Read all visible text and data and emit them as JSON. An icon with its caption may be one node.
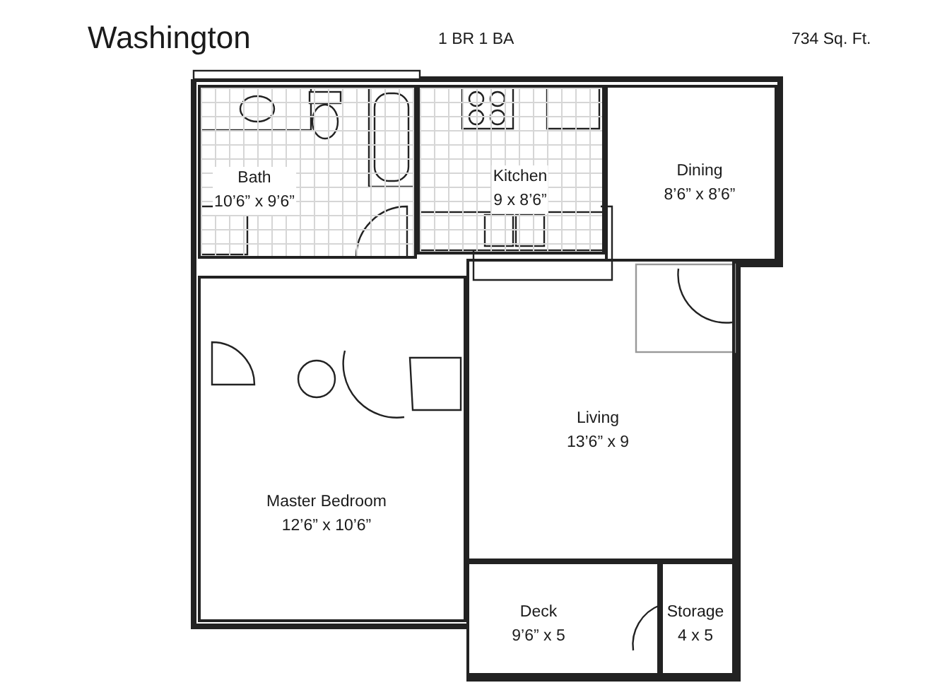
{
  "diagram": {
    "title": "Washington",
    "nodes": [
      {
        "text": [
          "Bath",
          "10’6” x 9’6”"
        ]
      },
      {
        "text": [
          "Kitchen",
          "9 x 8’6”"
        ]
      },
      {
        "text": [
          "Dining",
          "8’6” x 8’6”"
        ]
      },
      {
        "text": [
          "Living",
          "13’6” x 9"
        ]
      },
      {
        "text": [
          "Master Bedroom",
          "12’6” x 10’6”"
        ]
      },
      {
        "text": [
          "Deck",
          "9’6” x 5"
        ]
      },
      {
        "text": [
          "Storage",
          "4 x 5"
        ]
      }
    ],
    "labels": [
      "1 BR 1 BA",
      "734 Sq. Ft."
    ]
  }
}
